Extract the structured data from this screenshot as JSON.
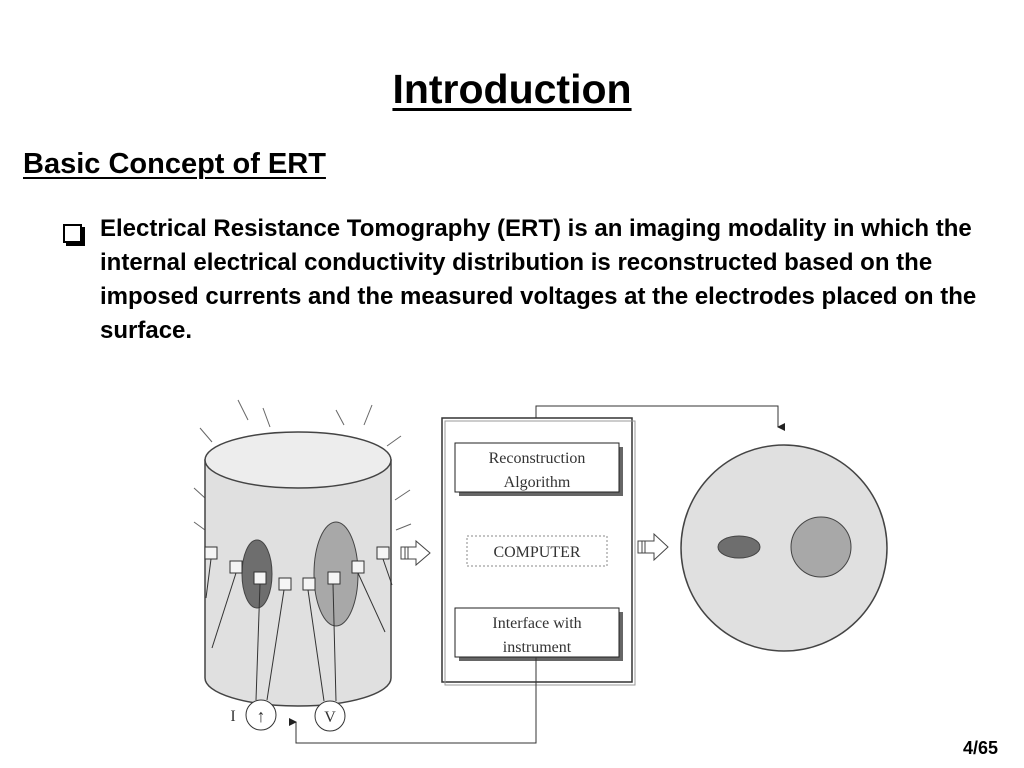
{
  "slide": {
    "title": "Introduction",
    "subtitle": "Basic Concept of ERT",
    "bullet_icon": "hollow-square-bullet",
    "bullet_text": "Electrical Resistance Tomography (ERT) is an imaging modality in which the internal electrical conductivity distribution is reconstructed based on the imposed currents and the measured voltages at the electrodes placed on the surface.",
    "page_number": "4/65"
  },
  "figure": {
    "computer_blocks": {
      "reconstruction_line1": "Reconstruction",
      "reconstruction_line2": "Algorithm",
      "computer_label": "COMPUTER",
      "interface_line1": "Interface with",
      "interface_line2": "instrument"
    },
    "current_label": "I",
    "voltage_label": "V",
    "current_source_symbol": "↑",
    "colors": {
      "cylinder_fill": "#e0e0e0",
      "dark_inclusion": "#6e6e6e",
      "light_inclusion": "#a8a8a8",
      "line": "#444444"
    }
  }
}
